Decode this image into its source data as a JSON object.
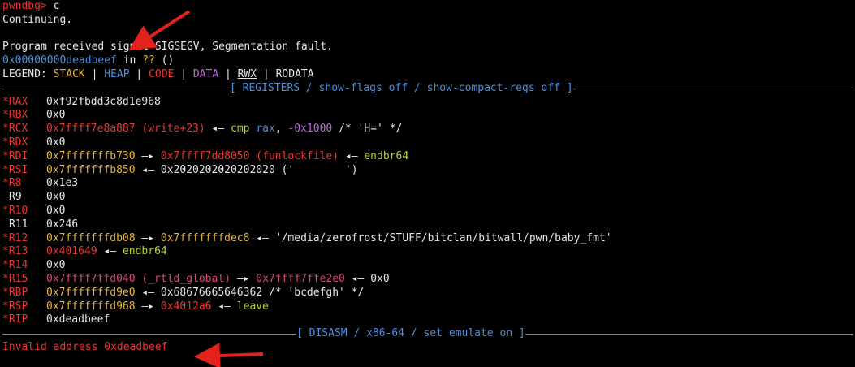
{
  "prompt": {
    "name": "pwndbg>",
    "command": "c"
  },
  "continuing": "Continuing.",
  "signal": "Program received signal SIGSEGV, Segmentation fault.",
  "location": {
    "addr": "0x00000000deadbeef",
    "in": " in ",
    "func": "??",
    "args": " ()"
  },
  "legend": {
    "label": "LEGEND:",
    "stack": "STACK",
    "heap": "HEAP",
    "code": "CODE",
    "data": "DATA",
    "rwx": "RWX",
    "rodata": "RODATA",
    "pipe": "|"
  },
  "registers_header": "[ REGISTERS / show-flags off / show-compact-regs off ]",
  "registers": {
    "rax": {
      "name": "*RAX",
      "value": "0xf92fbdd3c8d1e968"
    },
    "rbx": {
      "name": "*RBX",
      "value": "0x0"
    },
    "rcx": {
      "name": "*RCX",
      "value": "0x7ffff7e8a887",
      "sym": "(write+23)",
      "arrow": "◂—",
      "insn": "cmp",
      "op1": "rax",
      "comma": ",",
      "op2": "-0x1000",
      "comment": "/* 'H=' */"
    },
    "rdx": {
      "name": "*RDX",
      "value": "0x0"
    },
    "rdi": {
      "name": "*RDI",
      "value": "0x7fffffffb730",
      "arrow1": "—▸",
      "value2": "0x7ffff7dd8050",
      "sym": "(funlockfile)",
      "arrow2": "◂—",
      "insn": "endbr64"
    },
    "rsi": {
      "name": "*RSI",
      "value": "0x7fffffffb850",
      "arrow": "◂—",
      "value2": "0x2020202020202020",
      "str": "('        ')"
    },
    "r8": {
      "name": "*R8",
      "value": "0x1e3"
    },
    "r9": {
      "name": "R9",
      "value": "0x0"
    },
    "r10": {
      "name": "*R10",
      "value": "0x0"
    },
    "r11": {
      "name": "R11",
      "value": "0x246"
    },
    "r12": {
      "name": "*R12",
      "value": "0x7fffffffdb08",
      "arrow1": "—▸",
      "value2": "0x7fffffffdec8",
      "arrow2": "◂—",
      "str": "'/media/zerofrost/STUFF/bitclan/bitwall/pwn/baby_fmt'"
    },
    "r13": {
      "name": "*R13",
      "value": "0x401649",
      "arrow": "◂—",
      "insn": "endbr64"
    },
    "r14": {
      "name": "*R14",
      "value": "0x0"
    },
    "r15": {
      "name": "*R15",
      "value": "0x7ffff7ffd040",
      "sym": "(_rtld_global)",
      "arrow1": "—▸",
      "value2": "0x7ffff7ffe2e0",
      "arrow2": "◂—",
      "value3": "0x0"
    },
    "rbp": {
      "name": "*RBP",
      "value": "0x7fffffffd9e0",
      "arrow": "◂—",
      "value2": "0x6867666564636",
      "value2b": "2",
      "comment": "/* 'bcdefgh' */"
    },
    "rsp": {
      "name": "*RSP",
      "value": "0x7fffffffd968",
      "arrow1": "—▸",
      "value2": "0x4012a6",
      "arrow2": "◂—",
      "insn": "leave"
    },
    "rip": {
      "name": "*RIP",
      "value": "0xdeadbeef"
    }
  },
  "disasm_header": "[ DISASM / x86-64 / set emulate on ]",
  "invalid": "Invalid address 0xdeadbeef",
  "colors": {
    "background": "#000000",
    "red": "#e8372f",
    "blue": "#4f8fd8",
    "yellow": "#e3b33f",
    "purple": "#b76ad6",
    "green": "#b8d03a",
    "arrow_annotation": "#e3221c"
  }
}
